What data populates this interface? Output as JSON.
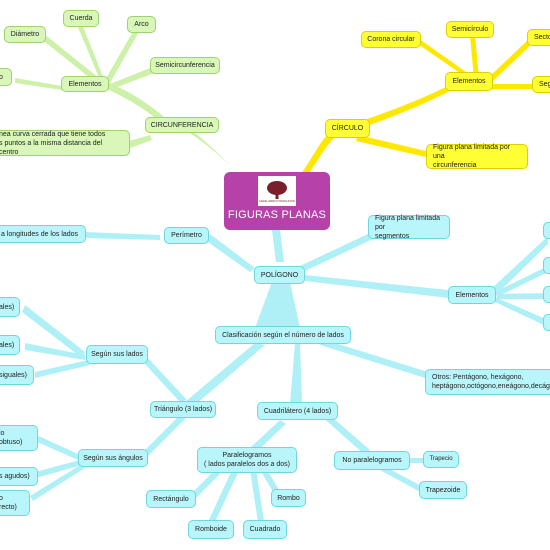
{
  "central": {
    "title": "FIGURAS PLANAS",
    "logo_caption": "CEDE ARROYOMOLINOS"
  },
  "circunferencia": {
    "label": "CIRCUNFERENCIA",
    "elementos": "Elementos",
    "cuerda": "Cuerda",
    "arco": "Arco",
    "diametro": "Diámetro",
    "semicircunferencia": "Semicircunferencia",
    "radio_partial": "o",
    "definicion": "nea curva cerrada que tiene todos\ns puntos a la misma distancia del centro"
  },
  "circulo": {
    "label": "CÍRCULO",
    "elementos": "Elementos",
    "corona": "Corona circular",
    "semicirculo": "Semicírculo",
    "sector_partial": "Secto",
    "segmento_partial": "Seg",
    "definicion": "Figura plana limitada por una\ncircunferencia"
  },
  "poligono": {
    "label": "POLÍGONO",
    "perimetro": "Perímetro",
    "perimetro_def": "a longitudes de los lados",
    "definicion": "Figura plana limitada por\nsegmentos",
    "elementos": "Elementos",
    "clasificacion": "Clasificación según el número de lados",
    "otros": "Otros: Pentágono, hexágono,\nheptágono,octógono,eneágono,decágo"
  },
  "triangulo": {
    "label": "Triángulo (3 lados)",
    "segun_lados": "Según sus lados",
    "lado1": "ales)",
    "lado2": "ales)",
    "lado3": "siguales)",
    "segun_angulos": "Según sus ángulos",
    "ang1": "lo\nobtuso)",
    "ang2": "s agudos)",
    "ang3": "o\n recto)"
  },
  "cuadrilatero": {
    "label": "Cuadrilátero (4 lados)",
    "paralelogramos": "Paralelogramos\n( lados paralelos dos a dos)",
    "no_paralelogramos": "No paralelogramos",
    "trapecio": "Trapecio",
    "trapezoide": "Trapezoide",
    "rectangulo": "Rectángulo",
    "rombo": "Rombo",
    "romboide": "Romboide",
    "cuadrado": "Cuadrado"
  },
  "colors": {
    "central": "#b642a9",
    "green": "#d9f7b8",
    "yellow": "#ffff33",
    "cyan": "#b9f6fb"
  }
}
